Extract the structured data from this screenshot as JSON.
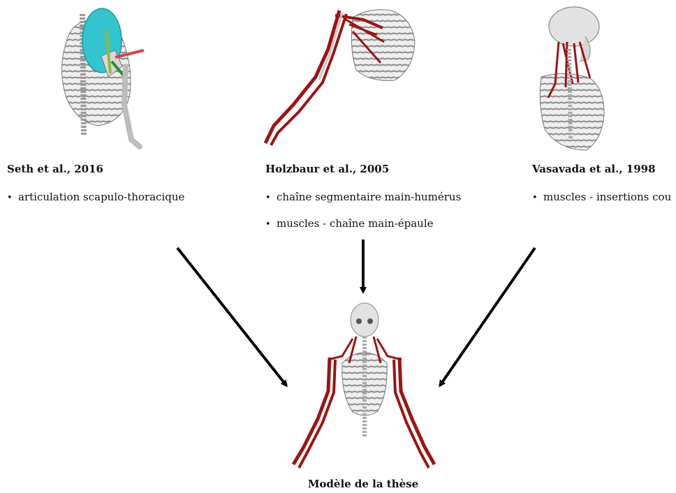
{
  "sources": [
    {
      "title": "Seth et al., 2016",
      "bullets": [
        "articulation scapulo-thoracique"
      ]
    },
    {
      "title": "Holzbaur et al., 2005",
      "bullets": [
        "chaîne segmentaire main-humérus",
        "muscles - chaîne main-épaule"
      ]
    },
    {
      "title": "Vasavada et al., 1998",
      "bullets": [
        "muscles - insertions cou"
      ]
    }
  ],
  "result": {
    "title": "Modèle de la thèse"
  },
  "bullet_symbol": "•",
  "colors": {
    "muscle": "#9b1414",
    "bone": "#c9c9c9",
    "ellipsoid": "#33c4d0",
    "arrow": "#000000"
  },
  "icons": [
    "skeleton-thorax-ellipsoid-icon",
    "skeleton-arm-muscles-icon",
    "skull-neck-muscles-icon",
    "full-upper-body-model-icon"
  ]
}
